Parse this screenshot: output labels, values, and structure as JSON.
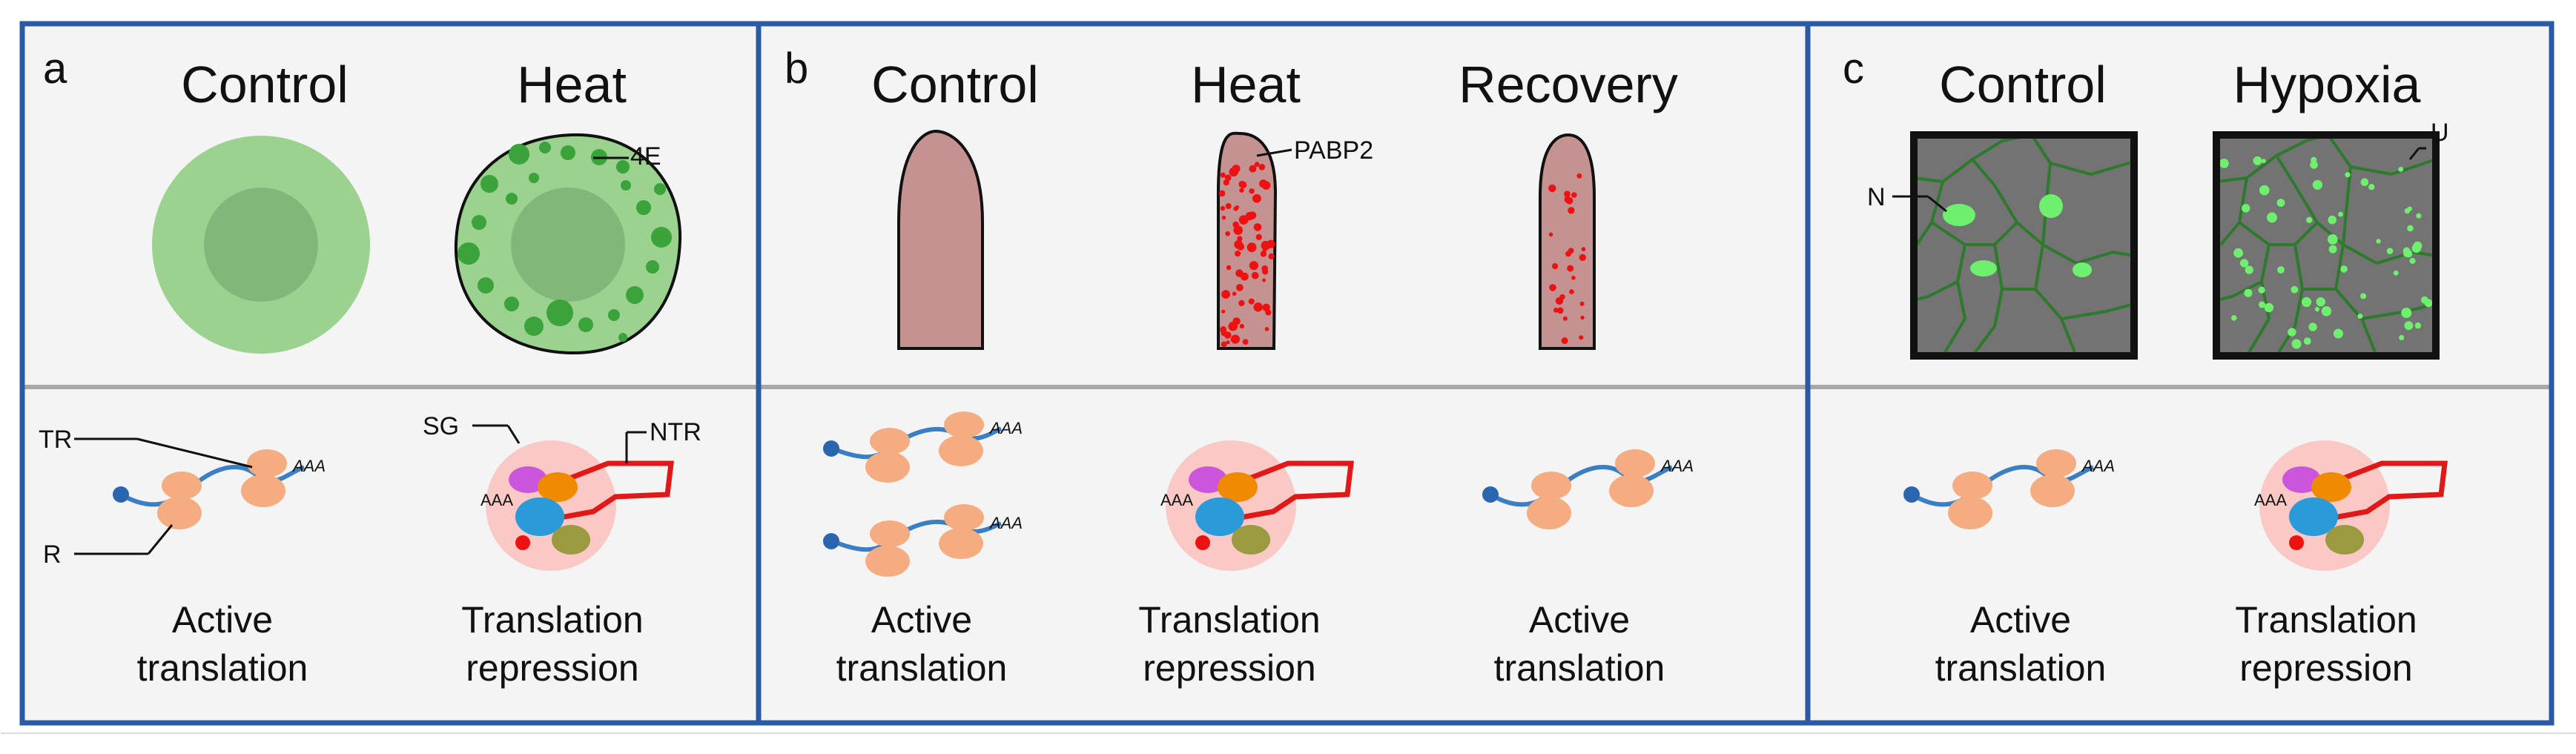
{
  "panels": [
    {
      "letter": "a",
      "titles": [
        "Control",
        "Heat"
      ],
      "annotations": {
        "heat_marker": "4E",
        "tr": "TR",
        "r": "R",
        "sg": "SG",
        "ntr": "NTR"
      },
      "aaa": [
        "AAA",
        "AAA"
      ],
      "captions": [
        {
          "line1": "Active",
          "line2": "translation"
        },
        {
          "line1": "Translation",
          "line2": "repression"
        }
      ]
    },
    {
      "letter": "b",
      "titles": [
        "Control",
        "Heat",
        "Recovery"
      ],
      "annotations": {
        "heat_marker": "PABP2"
      },
      "aaa": [
        "AAA",
        "AAA",
        "AAA",
        "AAA"
      ],
      "captions": [
        {
          "line1": "Active",
          "line2": "translation"
        },
        {
          "line1": "Translation",
          "line2": "repression"
        },
        {
          "line1": "Active",
          "line2": "translation"
        }
      ]
    },
    {
      "letter": "c",
      "titles": [
        "Control",
        "Hypoxia"
      ],
      "annotations": {
        "n": "N",
        "u": "U"
      },
      "aaa": [
        "AAA",
        "AAA"
      ],
      "captions": [
        {
          "line1": "Active",
          "line2": "translation"
        },
        {
          "line1": "Translation",
          "line2": "repression"
        }
      ]
    }
  ],
  "colors": {
    "frame_blue": "#2a5aa6",
    "panel_bg": "#f4f4f4",
    "cell_green": "#9bd28f",
    "nucleus_green": "#7fb879",
    "granule_green": "#3aa33a",
    "root_pink": "#c49291",
    "pabp_red": "#ee1111",
    "ribosome": "#f4ac80",
    "mrna_blue": "#3a7fc4",
    "tissue_gray": "#737373",
    "gfp_green": "#6ef06e",
    "sg_halo": "#fbc9c5",
    "ntr_red": "#e01818",
    "protein_purple": "#cc55dd",
    "protein_orange": "#f08a00",
    "protein_blue": "#2a9ad8",
    "protein_olive": "#9a9a40"
  }
}
